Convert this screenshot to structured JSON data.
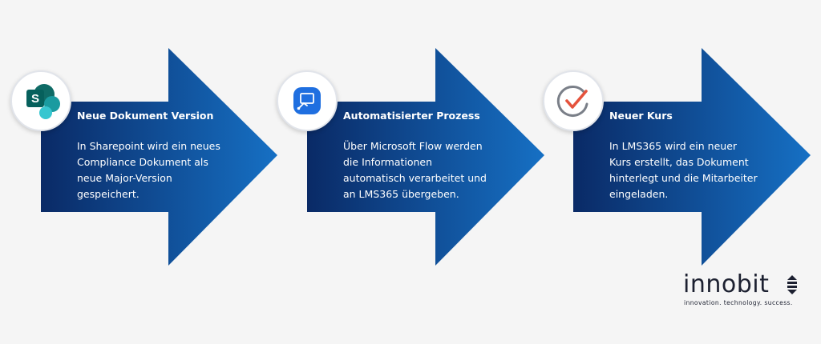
{
  "steps": [
    {
      "title": "Neue Dokument Version",
      "lines": [
        "In Sharepoint wird ein neues",
        "Compliance Dokument als",
        "neue Major-Version",
        "gespeichert."
      ],
      "icon": "sharepoint-icon"
    },
    {
      "title": "Automatisierter Prozess",
      "lines": [
        "Über Microsoft Flow werden",
        "die Informationen",
        "automatisch verarbeitet und",
        "an LMS365 übergeben."
      ],
      "icon": "microsoft-flow-icon"
    },
    {
      "title": "Neuer Kurs",
      "lines": [
        "In LMS365 wird ein neuer",
        "Kurs erstellt, das Dokument",
        "hinterlegt und die Mitarbeiter",
        "eingeladen."
      ],
      "icon": "lms365-check-icon"
    }
  ],
  "logo": {
    "wordmark": "innobit",
    "tagline": "innovation. technology. success."
  },
  "colors": {
    "arrow_dark": "#0a2a66",
    "arrow_light": "#1670c4",
    "sharepoint": "#0a7a78",
    "flow": "#1f6fe0",
    "check": "#e5533d"
  }
}
